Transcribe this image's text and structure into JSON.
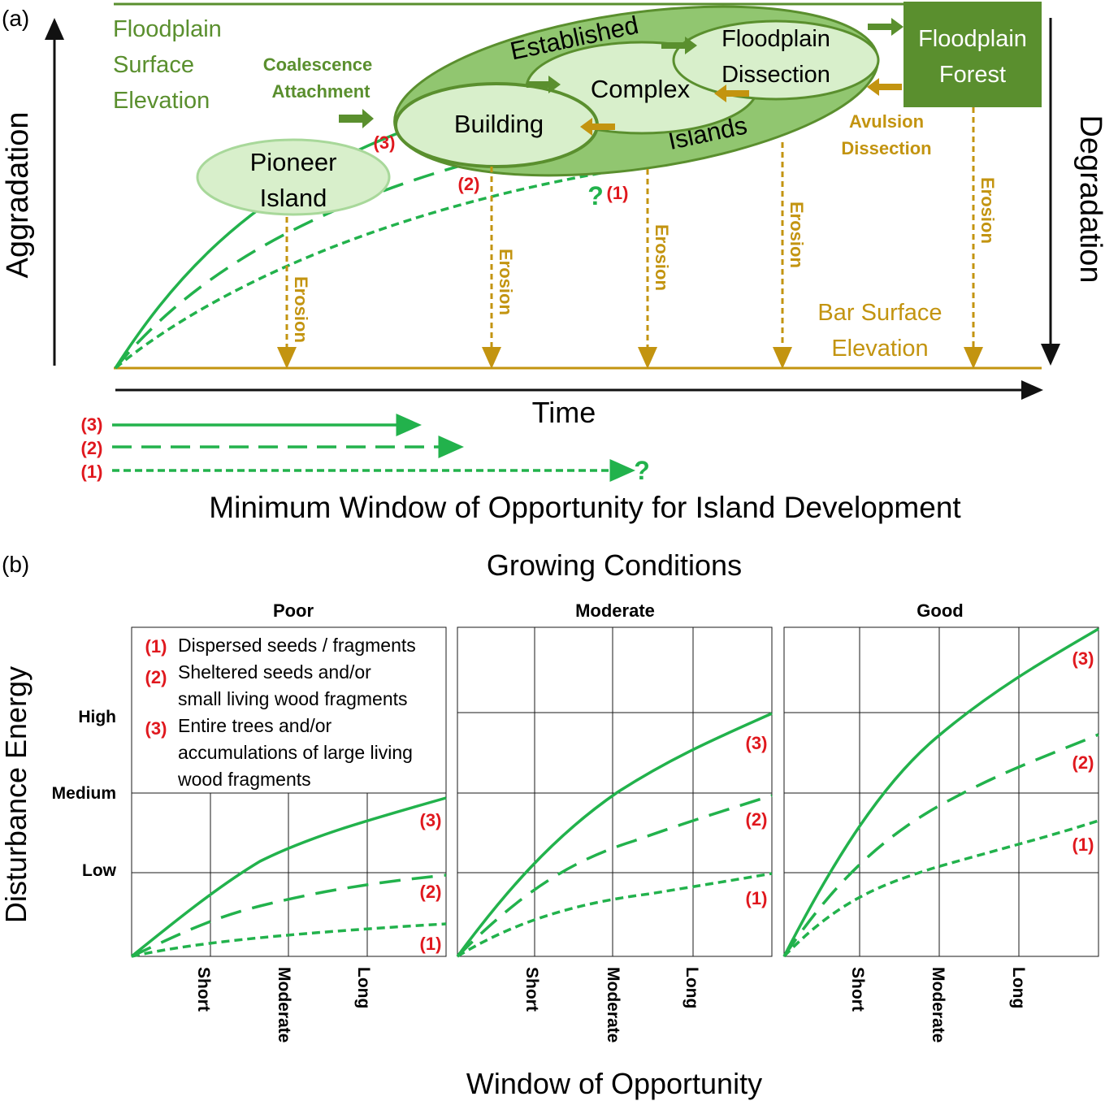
{
  "panel_a": {
    "label": "(a)",
    "y_axis_left": "Aggradation",
    "y_axis_right": "Degradation",
    "x_axis": "Time",
    "floodplain_surface": [
      "Floodplain",
      "Surface",
      "Elevation"
    ],
    "bar_surface": [
      "Bar Surface",
      "Elevation"
    ],
    "coalescence": [
      "Coalescence",
      "Attachment"
    ],
    "avulsion": [
      "Avulsion",
      "Dissection"
    ],
    "pioneer": [
      "Pioneer",
      "Island"
    ],
    "building": "Building",
    "complex": "Complex",
    "established": "Established",
    "islands": "Islands",
    "dissection_box": [
      "Floodplain",
      "Dissection"
    ],
    "forest": [
      "Floodplain",
      "Forest"
    ],
    "erosion": "Erosion",
    "markers": [
      "(1)",
      "(2)",
      "(3)"
    ],
    "question": "?",
    "window_title": "Minimum Window of Opportunity for Island Development",
    "colors": {
      "green": "#22b24c",
      "gold": "#c39410",
      "olive": "#5a8f2e",
      "forest": "#5a8f2e",
      "red": "#e0181e"
    }
  },
  "panel_b": {
    "label": "(b)",
    "title": "Growing Conditions",
    "y_axis": "Disturbance Energy",
    "x_axis": "Window of Opportunity",
    "energy_levels": [
      "High",
      "Medium",
      "Low"
    ],
    "window_levels": [
      "Short",
      "Moderate",
      "Long"
    ],
    "panels": [
      "Poor",
      "Moderate",
      "Good"
    ],
    "legend": [
      {
        "marker": "(1)",
        "lines": [
          "Dispersed seeds / fragments"
        ]
      },
      {
        "marker": "(2)",
        "lines": [
          "Sheltered seeds  and/or",
          "small living wood fragments"
        ]
      },
      {
        "marker": "(3)",
        "lines": [
          "Entire trees and/or",
          "accumulations of large living",
          "wood fragments"
        ]
      }
    ]
  }
}
